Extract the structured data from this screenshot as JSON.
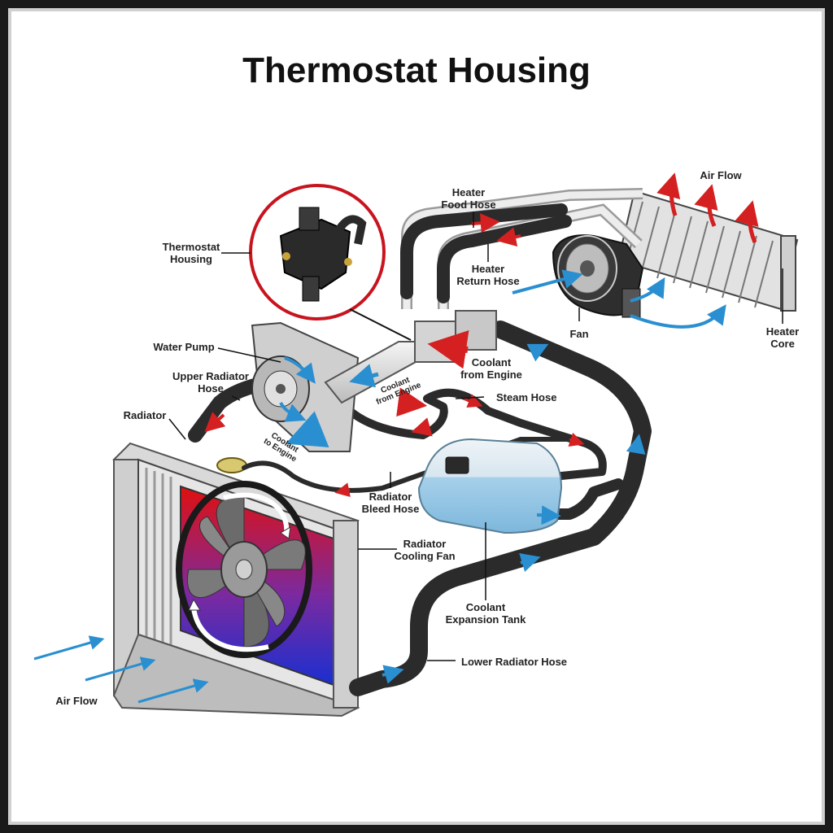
{
  "title": "Thermostat Housing",
  "labels": {
    "thermostat_housing": "Thermostat\nHousing",
    "water_pump": "Water Pump",
    "upper_radiator_hose": "Upper Radiator\nHose",
    "radiator": "Radiator",
    "heater_food_hose": "Heater\nFood Hose",
    "heater_return_hose": "Heater\nReturn Hose",
    "fan": "Fan",
    "heater_core": "Heater\nCore",
    "air_flow_top": "Air Flow",
    "coolant_from_engine": "Coolant\nfrom Engine",
    "coolant_from_engine_small": "Coolant\nfrom Engine",
    "coolant_to_engine": "Coolant\nto Engine",
    "steam_hose": "Steam Hose",
    "radiator_bleed_hose": "Radiator\nBleed Hose",
    "radiator_cooling_fan": "Radiator\nCooling Fan",
    "coolant_expansion_tank": "Coolant\nExpansion Tank",
    "lower_radiator_hose": "Lower Radiator Hose",
    "air_flow_bottom": "Air Flow"
  },
  "colors": {
    "hose": "#2b2b2b",
    "flow_hot": "#d42020",
    "flow_cold": "#2a8fd0",
    "callout_ring": "#c8141e",
    "tank": "#9fcbe6"
  }
}
